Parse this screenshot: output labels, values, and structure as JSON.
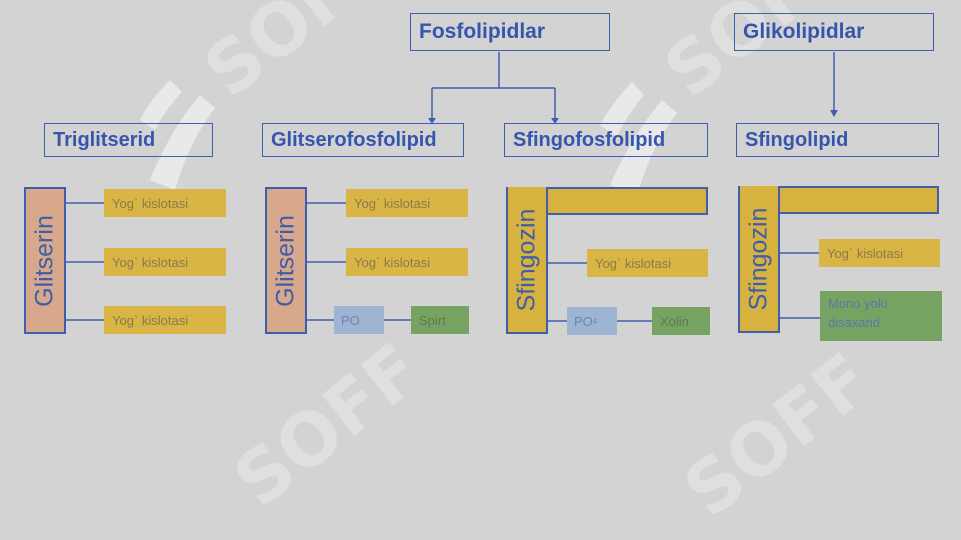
{
  "headers": {
    "fosfolipidlar": "Fosfolipidlar",
    "glikolipidlar": "Glikolipidlar",
    "triglitserid": "Triglitserid",
    "glitserofosfolipid": "Glitserofosfolipid",
    "sfingofosfolipid": "Sfingofosfolipid",
    "sfingolipid": "Sfingolipid"
  },
  "triglitserid": {
    "backbone": "Glitserin",
    "chains": [
      "Yog` kislotasi",
      "Yog` kislotasi",
      "Yog` kislotasi"
    ]
  },
  "glitserofosfolipid": {
    "backbone": "Glitserin",
    "chains": [
      "Yog` kislotasi",
      "Yog` kislotasi"
    ],
    "phosphate": "PO",
    "alcohol": "Spirt"
  },
  "sfingofosfolipid": {
    "backbone": "Sfingozin",
    "chain": "Yog` kislotasi",
    "phosphate": "PO",
    "phosphate_sub": "4",
    "alcohol": "Xolin"
  },
  "sfingolipid": {
    "backbone": "Sfingozin",
    "chain": "Yog` kislotasi",
    "sugar": "Mono yoki\ndisaxarid"
  },
  "watermark": "SOFF",
  "colors": {
    "blue_text": "#3656ad",
    "fatty_acid": "#d9b545",
    "glycerol": "#d7a88c",
    "phosphate": "#9db4d3",
    "alcohol": "#77a362",
    "background": "#d3d3d3"
  }
}
